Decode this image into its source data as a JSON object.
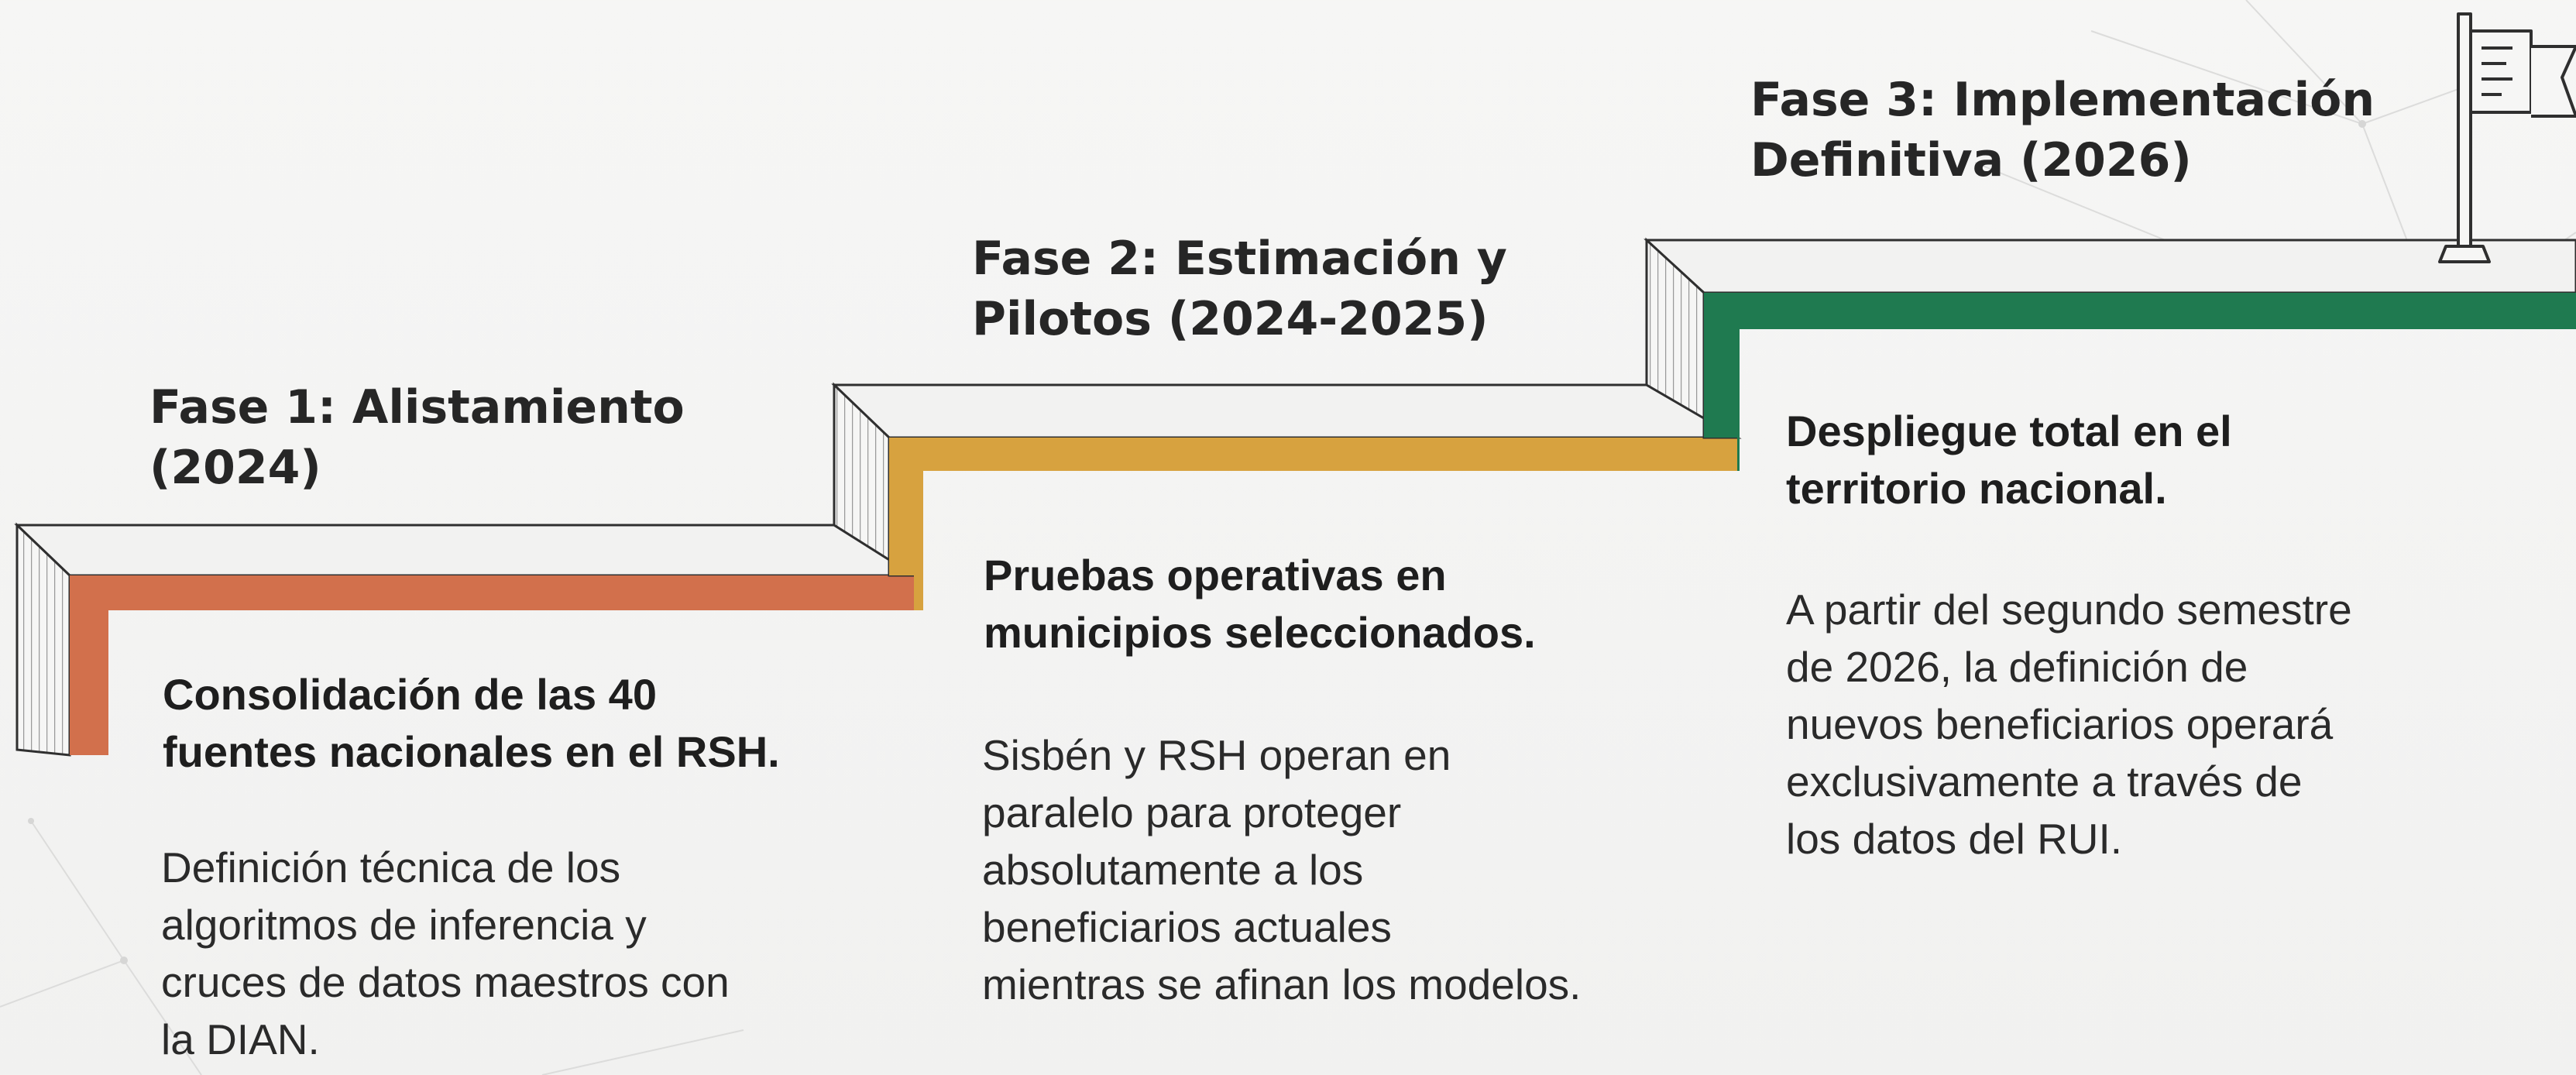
{
  "colors": {
    "phase1": "#d2704c",
    "phase2": "#d7a23f",
    "phase3": "#1f7a50",
    "step_outline": "#2f2f2f",
    "background": "#f4f4f3"
  },
  "flag_icon": "flag-icon",
  "phases": [
    {
      "title_lines": [
        "Fase 1: Alistamiento",
        "(2024)"
      ],
      "lead_lines": [
        "Consolidación de las 40",
        "fuentes nacionales en el RSH."
      ],
      "desc_lines": [
        "Definición técnica de los",
        "algoritmos de inferencia y",
        "cruces de datos maestros con",
        "la DIAN."
      ]
    },
    {
      "title_lines": [
        "Fase 2: Estimación y",
        "Pilotos (2024-2025)"
      ],
      "lead_lines": [
        "Pruebas operativas en",
        "municipios seleccionados."
      ],
      "desc_lines": [
        "Sisbén y RSH operan en",
        "paralelo para proteger",
        "absolutamente a los",
        "beneficiarios actuales",
        "mientras se afinan los modelos."
      ]
    },
    {
      "title_lines": [
        "Fase 3: Implementación",
        "Definitiva (2026)"
      ],
      "lead_lines": [
        "Despliegue total en el",
        "territorio nacional."
      ],
      "desc_lines": [
        "A partir del segundo semestre",
        "de 2026, la definición de",
        "nuevos beneficiarios operará",
        "exclusivamente a través de",
        "los datos del RUI."
      ]
    }
  ]
}
